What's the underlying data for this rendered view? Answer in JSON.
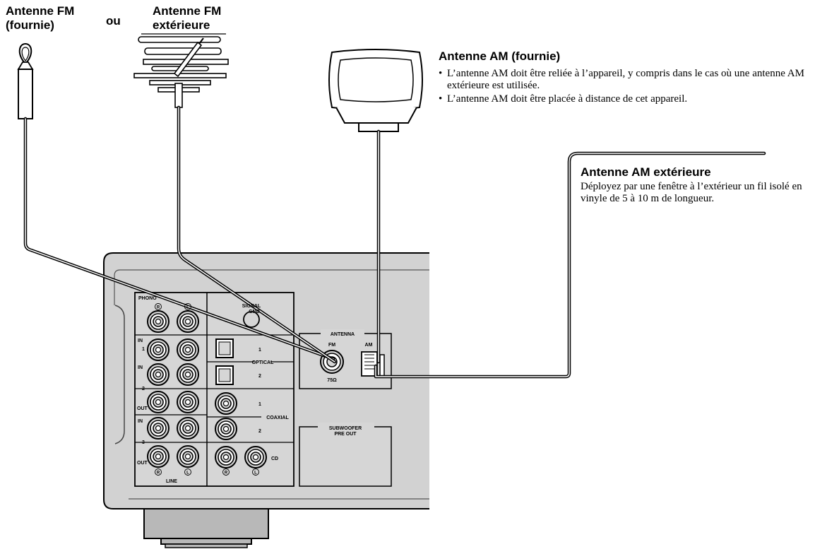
{
  "fm_supplied": {
    "line1": "Antenne FM",
    "line2": "(fournie)"
  },
  "or_word": "ou",
  "fm_outdoor": {
    "line1": "Antenne FM",
    "line2": "extérieure"
  },
  "am_supplied": {
    "title": "Antenne AM (fournie)",
    "bullets": [
      "L’antenne AM doit être reliée à l’appareil, y compris dans le cas où une antenne AM extérieure est utilisée.",
      "L’antenne AM doit être placée à distance de cet appareil."
    ]
  },
  "am_outdoor": {
    "title": "Antenne AM extérieure",
    "desc": "Déployez par une fenêtre à l’extérieur un fil isolé en vinyle de 5 à 10 m de longueur."
  },
  "panel": {
    "phono": "PHONO",
    "signal_gnd_1": "SIGNAL",
    "signal_gnd_2": "GND",
    "in": "IN",
    "out": "OUT",
    "n1": "1",
    "n2": "2",
    "n3": "3",
    "line": "LINE",
    "optical": "OPTICAL",
    "coaxial": "COAXIAL",
    "cd": "CD",
    "antenna": "ANTENNA",
    "fm": "FM",
    "am": "AM",
    "ohm": "75Ω",
    "sub1": "SUBWOOFER",
    "sub2": "PRE OUT",
    "r": "R",
    "l": "L"
  }
}
